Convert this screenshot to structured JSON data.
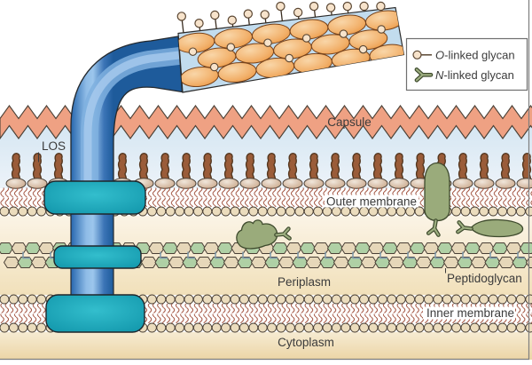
{
  "figure": {
    "type": "bacterial-cell-envelope-schematic",
    "labels": {
      "capsule": "Capsule",
      "los": "LOS",
      "outer_membrane": "Outer membrane",
      "periplasm": "Periplasm",
      "peptidoglycan": "Peptidoglycan",
      "inner_membrane": "Inner membrane",
      "cytoplasm": "Cytoplasm"
    },
    "legend": {
      "items": [
        {
          "symbol": "o-linked-glycan-lollipop",
          "prefix": "O",
          "rest": "-linked glycan"
        },
        {
          "symbol": "n-linked-glycan-branch",
          "prefix": "N",
          "rest": "-linked glycan"
        }
      ]
    },
    "colors": {
      "background": "#FFFFFF",
      "outline": "#4A4036",
      "text": "#3B3B3B",
      "border": "#7E7E7E",
      "capsule": "#EFA183",
      "sky_top": "#D5E6F2",
      "sky_bottom": "#EDF3F9",
      "los_stalk": "#9A5C39",
      "los_stalk_outline": "#54371F",
      "los_head_light": "#F0E6DB",
      "los_head_dark": "#C49E7E",
      "lipid_head": "#EBDCBD",
      "lipid_tail": "#A0503C",
      "periplasm_top": "#FBF4E6",
      "periplasm_bottom": "#F1E0BA",
      "peptidoglycan_green": "#AFD0A5",
      "peptidoglycan_tan": "#E6D7B9",
      "peptidoglycan_link": "#7E99AC",
      "cytoplasm_top": "#F6EBD2",
      "cytoplasm_bottom": "#ECD5A6",
      "tube_dark": "#2767AE",
      "tube_light": "#8FBCE7",
      "tube_deep": "#1E5B9B",
      "secretin_teal": "#0F93A8",
      "secretin_light": "#33BECD",
      "pilin_orange": "#E78E35",
      "pilin_light": "#F9D6A8",
      "pilin_outline": "#77421A",
      "fiber_bg": "#C2DCEE",
      "glycan_fill": "#F7E3CB",
      "glycan_outline": "#5A4632",
      "protein_green": "#9AAB7B",
      "protein_light": "#9DAE80",
      "protein_outline": "#3E4A2D"
    }
  }
}
